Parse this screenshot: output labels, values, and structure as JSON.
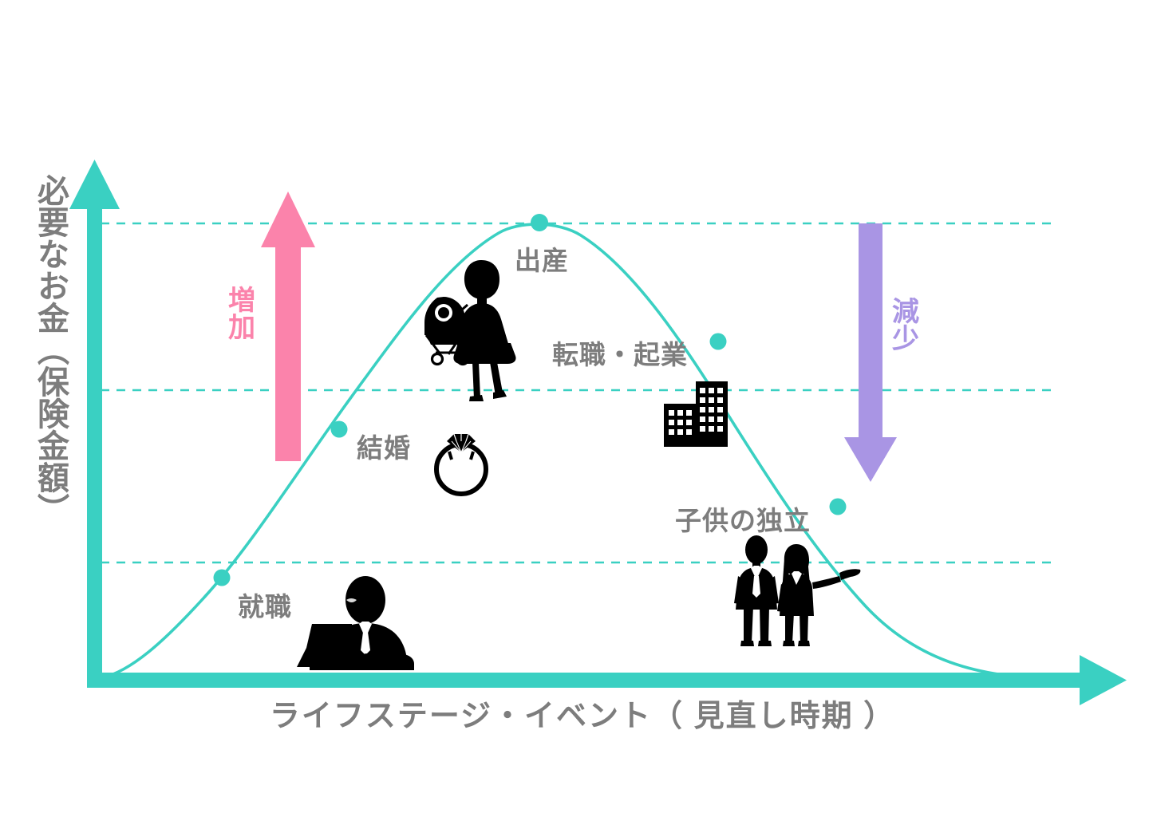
{
  "axes": {
    "y_label": "必要なお金（保険金額）",
    "x_label": "ライフステージ・イベント（ 見直し時期 ）",
    "axis_color": "#3ad0c2"
  },
  "annotations": {
    "increase": {
      "label": "増加",
      "color": "#fb83ab",
      "direction": "up"
    },
    "decrease": {
      "label": "減少",
      "color": "#a995e4",
      "direction": "down"
    }
  },
  "icons": {
    "office_worker": "office-worker-laptop-icon",
    "wedding_ring": "diamond-ring-icon",
    "mother_stroller": "mother-with-stroller-icon",
    "buildings": "office-buildings-icon",
    "couple": "business-couple-icon"
  },
  "chart_data": {
    "type": "line",
    "title": "",
    "subtitle": "",
    "xlabel": "ライフステージ・イベント（ 見直し時期 ）",
    "ylabel": "必要なお金（保険金額）",
    "grid": true,
    "legend": "none",
    "xlim": [
      0,
      100
    ],
    "ylim": [
      0,
      100
    ],
    "x_tick_labels": [],
    "y_tick_labels": [],
    "gridlines_y": [
      25,
      65,
      100
    ],
    "curve_description": "bell-shaped curve rising from origin, peaking at childbirth, then declining back to the axis",
    "curve_points_x": [
      0,
      8,
      13,
      20,
      27,
      34,
      40,
      46,
      50,
      58,
      64,
      70,
      76,
      82,
      88,
      94,
      100
    ],
    "curve_points_y": [
      0,
      10,
      21,
      43,
      65,
      84,
      95,
      100,
      100,
      95,
      84,
      70,
      52,
      35,
      20,
      9,
      0
    ],
    "series": [
      {
        "name": "必要なお金（保険金額）",
        "color": "#3ad0c2",
        "markers": [
          {
            "label": "就職",
            "x": 13,
            "y": 21,
            "label_dx": 28,
            "label_dy": 16
          },
          {
            "label": "結婚",
            "x": 25,
            "y": 52,
            "label_dx": 28,
            "label_dy": 12
          },
          {
            "label": "出産",
            "x": 46,
            "y": 100,
            "label_dx": 28,
            "label_dy": 22
          },
          {
            "label": "転職・起業",
            "x": 64,
            "y": 78,
            "label_dx": -210,
            "label_dy": 0
          },
          {
            "label": "子供の独立",
            "x": 76,
            "y": 38,
            "label_dx": -215,
            "label_dy": -5
          }
        ]
      }
    ]
  },
  "events": [
    {
      "id": "employment",
      "label": "就職"
    },
    {
      "id": "marriage",
      "label": "結婚"
    },
    {
      "id": "childbirth",
      "label": "出産"
    },
    {
      "id": "career-change",
      "label": "転職・起業"
    },
    {
      "id": "independence",
      "label": "子供の独立"
    }
  ]
}
